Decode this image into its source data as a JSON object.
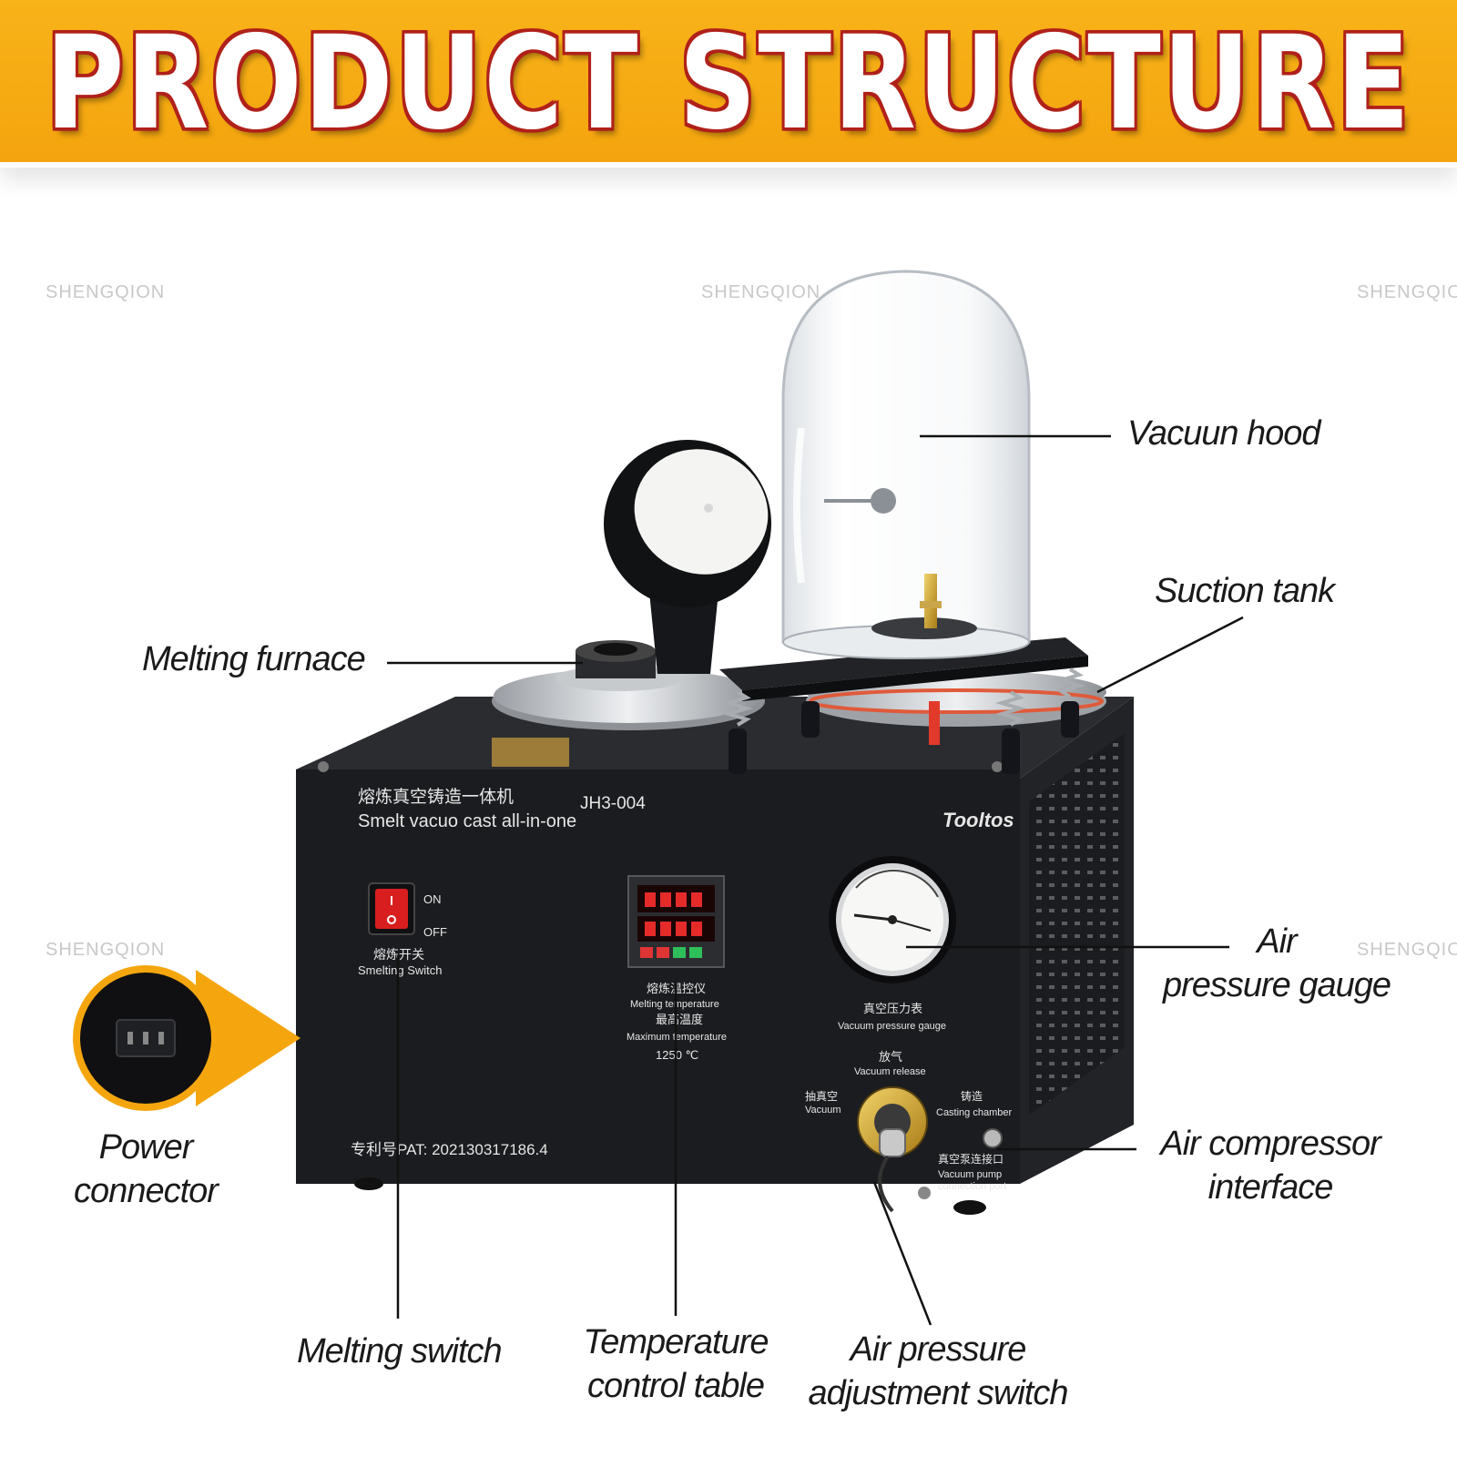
{
  "banner": {
    "title": "PRODUCT STRUCTURE"
  },
  "watermark": "SHENGQION",
  "callouts": {
    "vacuum_hood": "Vacuun hood",
    "suction_tank": "Suction tank",
    "melting_furnace": "Melting furnace",
    "air_pressure_gauge": [
      "Air",
      "pressure gauge"
    ],
    "air_compressor_interface": [
      "Air compressor",
      "interface"
    ],
    "power_connector": [
      "Power",
      "connector"
    ],
    "melting_switch": "Melting switch",
    "temperature_control_table": [
      "Temperature",
      "control table"
    ],
    "air_pressure_adjustment_switch": [
      "Air pressure",
      "adjustment switch"
    ]
  },
  "panel": {
    "title_cn": "熔炼真空铸造一体机",
    "model": "JH3-004",
    "title_en": "Smelt vacuo cast all-in-one",
    "brand": "Tooltos",
    "switch_on": "ON",
    "switch_off": "OFF",
    "switch_label_cn": "熔炼开关",
    "switch_label_en": "Smelting Switch",
    "temp_label_cn": "熔炼温控仪",
    "temp_label_en": "Melting temperature",
    "max_temp_cn": "最高温度",
    "max_temp_en": "Maximum temperature",
    "max_temp_value": "1250 ℃",
    "gauge_label_cn": "真空压力表",
    "gauge_label_en": "Vacuum pressure gauge",
    "release_cn": "放气",
    "release_en": "Vacuum release",
    "vacuum_cn": "抽真空",
    "vacuum_en": "Vacuum",
    "casting_cn": "铸造",
    "casting_en": "Casting chamber",
    "pump_cn": "真空泵连接口",
    "pump_en_1": "Vacuum pump",
    "pump_en_2": "connection port",
    "patent": "专利号PAT: 202130317186.4"
  },
  "colors": {
    "banner": "#f5a60f",
    "title_outline": "#b0211a",
    "switch_red": "#d81e1e",
    "body": "#1b1c1f"
  }
}
